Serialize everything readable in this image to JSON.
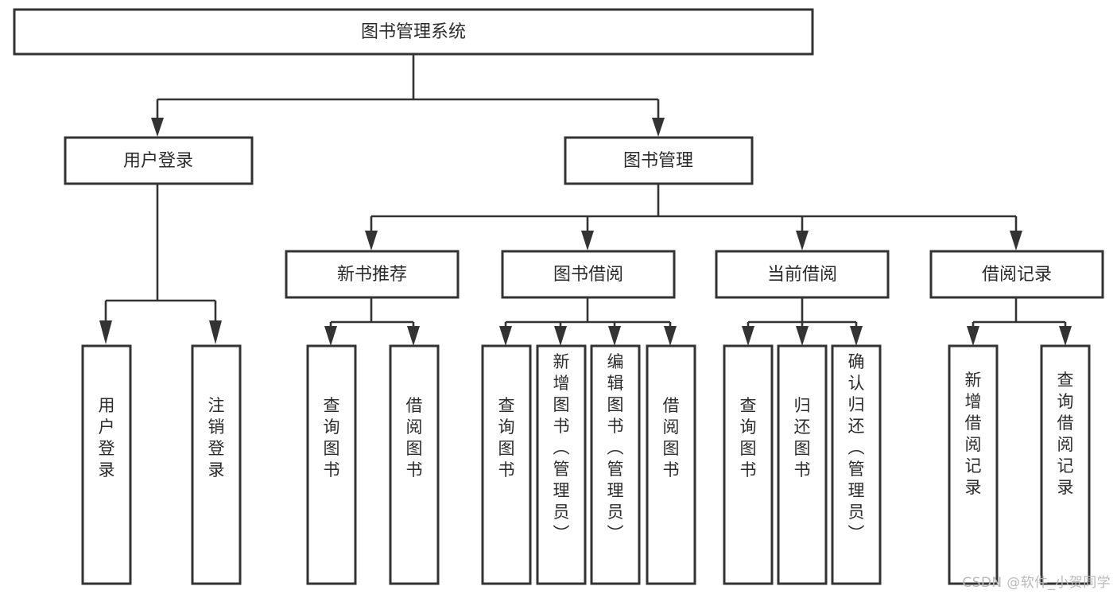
{
  "diagram": {
    "type": "tree-hierarchy",
    "title": "图书管理系统",
    "watermark": "CSDN @软件_小贺同学",
    "colors": {
      "background": "#ffffff",
      "box_fill": "#ffffff",
      "box_stroke": "#333333",
      "connector": "#333333",
      "text": "#2b2b2b",
      "watermark": "#b9b9b9"
    },
    "root": {
      "id": "root",
      "label": "图书管理系统",
      "orientation": "horizontal"
    },
    "level2": [
      {
        "id": "user-login",
        "label": "用户登录",
        "orientation": "horizontal"
      },
      {
        "id": "book-management",
        "label": "图书管理",
        "orientation": "horizontal"
      }
    ],
    "level3": [
      {
        "id": "new-book-recommend",
        "label": "新书推荐",
        "orientation": "horizontal",
        "parent": "book-management"
      },
      {
        "id": "book-borrow",
        "label": "图书借阅",
        "orientation": "horizontal",
        "parent": "book-management"
      },
      {
        "id": "current-borrow",
        "label": "当前借阅",
        "orientation": "horizontal",
        "parent": "book-management"
      },
      {
        "id": "borrow-record",
        "label": "借阅记录",
        "orientation": "horizontal",
        "parent": "book-management"
      }
    ],
    "leaves": [
      {
        "id": "leaf-user-login",
        "label": "用户登录",
        "orientation": "vertical",
        "parent": "user-login"
      },
      {
        "id": "leaf-logout-login",
        "label": "注销登录",
        "orientation": "vertical",
        "parent": "user-login"
      },
      {
        "id": "leaf-query-book-1",
        "label": "查询图书",
        "orientation": "vertical",
        "parent": "new-book-recommend"
      },
      {
        "id": "leaf-borrow-book-1",
        "label": "借阅图书",
        "orientation": "vertical",
        "parent": "new-book-recommend"
      },
      {
        "id": "leaf-query-book-2",
        "label": "查询图书",
        "orientation": "vertical",
        "parent": "book-borrow"
      },
      {
        "id": "leaf-add-book",
        "label": "新增图书（管理员）",
        "orientation": "vertical",
        "parent": "book-borrow"
      },
      {
        "id": "leaf-edit-book",
        "label": "编辑图书（管理员）",
        "orientation": "vertical",
        "parent": "book-borrow"
      },
      {
        "id": "leaf-borrow-book-2",
        "label": "借阅图书",
        "orientation": "vertical",
        "parent": "book-borrow"
      },
      {
        "id": "leaf-query-book-3",
        "label": "查询图书",
        "orientation": "vertical",
        "parent": "current-borrow"
      },
      {
        "id": "leaf-return-book",
        "label": "归还图书",
        "orientation": "vertical",
        "parent": "current-borrow"
      },
      {
        "id": "leaf-confirm-return",
        "label": "确认归还（管理员）",
        "orientation": "vertical",
        "parent": "current-borrow"
      },
      {
        "id": "leaf-add-record",
        "label": "新增借阅记录",
        "orientation": "vertical",
        "parent": "borrow-record"
      },
      {
        "id": "leaf-query-record",
        "label": "查询借阅记录",
        "orientation": "vertical",
        "parent": "borrow-record"
      }
    ]
  }
}
